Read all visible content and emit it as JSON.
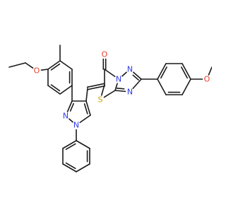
{
  "molecule": {
    "colors": {
      "bond": "#1a1a1a",
      "O": "#e8412b",
      "N": "#2f39e6",
      "S": "#c9a400",
      "background": "#ffffff"
    },
    "atom_labels": [
      {
        "id": "o-ethoxy",
        "symbol": "O"
      },
      {
        "id": "n-pyrazole-2",
        "symbol": "N"
      },
      {
        "id": "n-pyrazole-1",
        "symbol": "N"
      },
      {
        "id": "o-carbonyl",
        "symbol": "O"
      },
      {
        "id": "n-triazole-4",
        "symbol": "N"
      },
      {
        "id": "n-triazole-1",
        "symbol": "N"
      },
      {
        "id": "n-triazole-2",
        "symbol": "N"
      },
      {
        "id": "s-thiazole",
        "symbol": "S"
      },
      {
        "id": "o-methoxy",
        "symbol": "O"
      }
    ]
  }
}
